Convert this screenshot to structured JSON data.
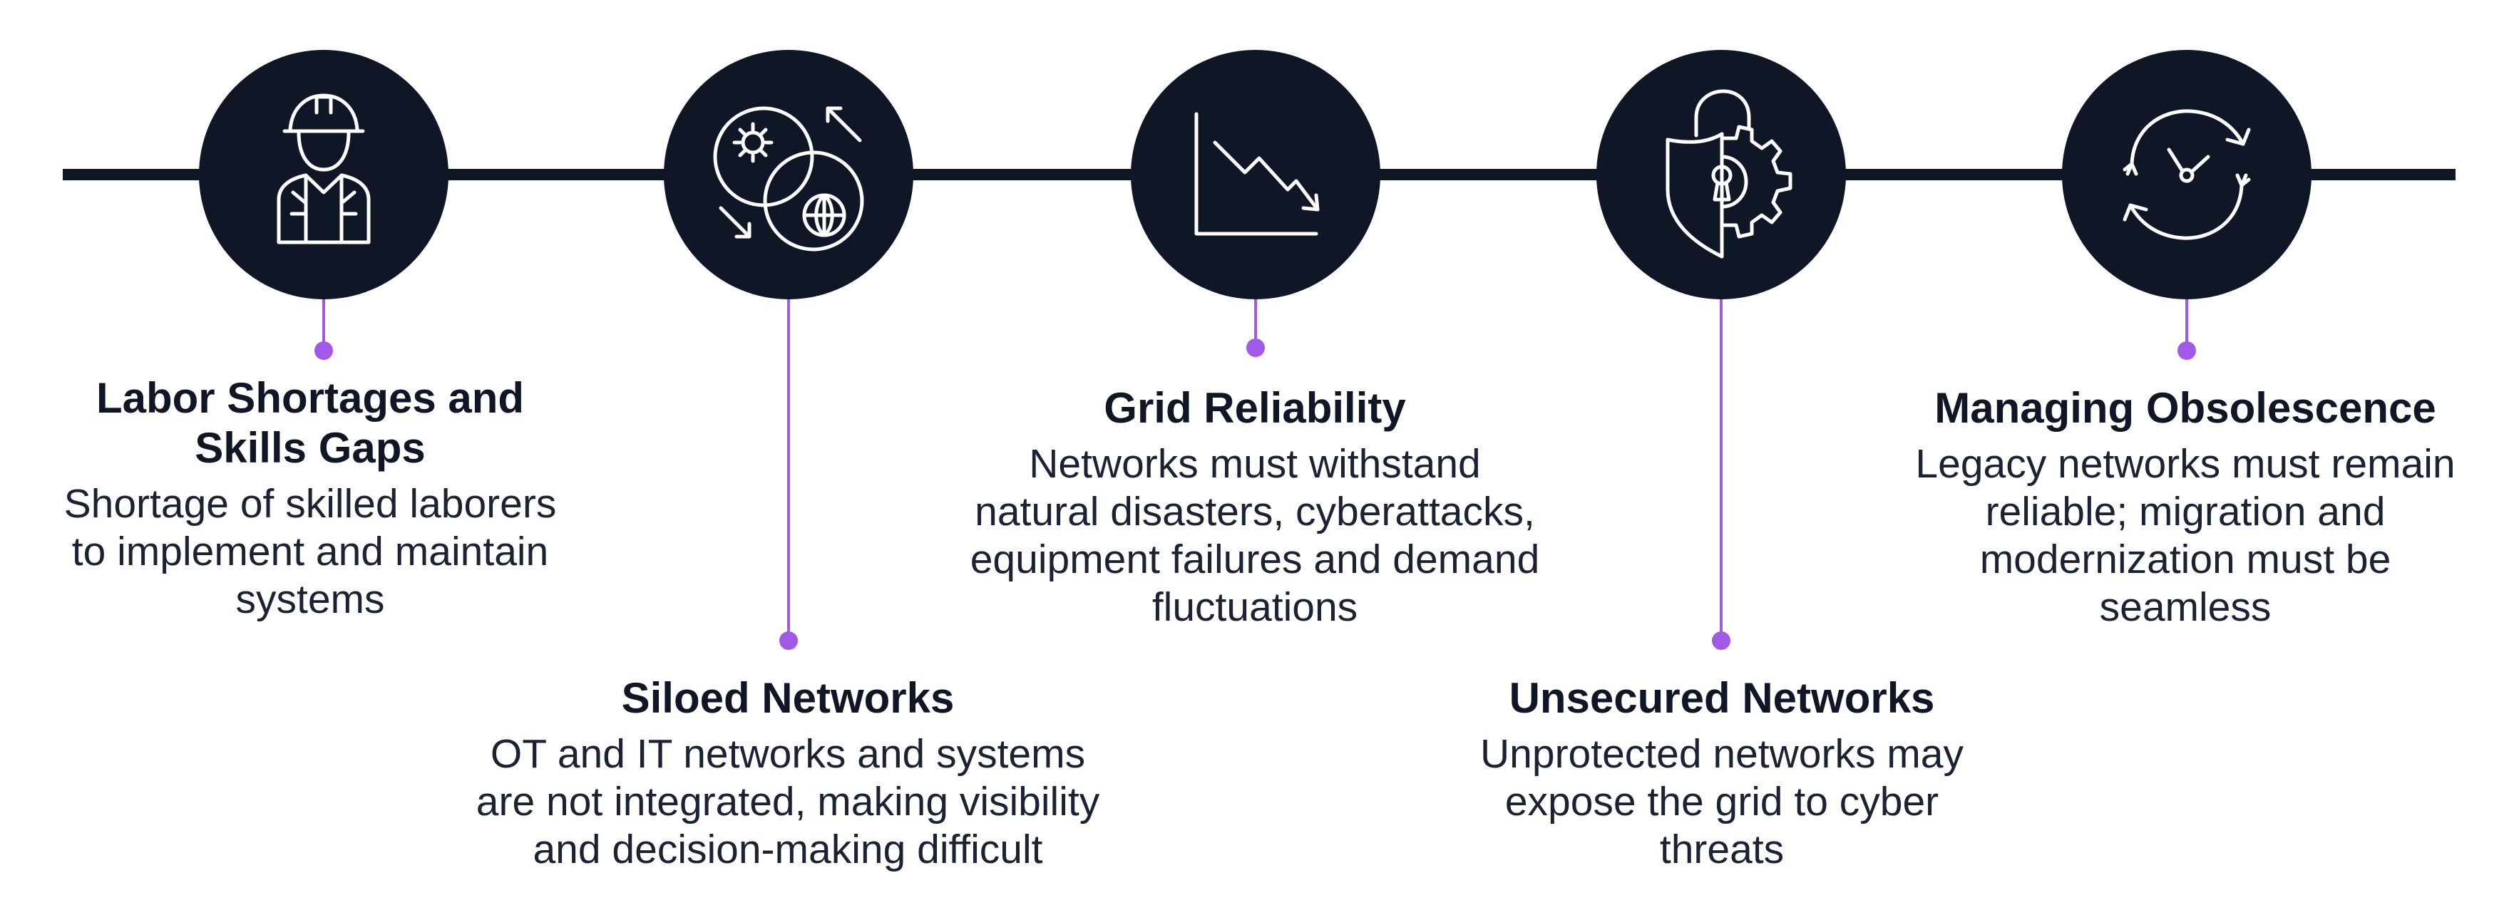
{
  "colors": {
    "navy": "#0f1626",
    "accent": "#a259e6",
    "icon_stroke": "#ffffff"
  },
  "items": [
    {
      "icon": "worker-icon",
      "title": "Labor Shortages and\nSkills Gaps",
      "description": "Shortage of skilled laborers\nto implement and maintain\nsystems"
    },
    {
      "icon": "siloed-networks-icon",
      "title": "Siloed Networks",
      "description": "OT and IT networks and systems\nare not integrated, making visibility\nand decision-making difficult"
    },
    {
      "icon": "declining-chart-icon",
      "title": "Grid Reliability",
      "description": "Networks must withstand\nnatural disasters, cyberattacks,\nequipment failures and demand\nfluctuations"
    },
    {
      "icon": "lock-shield-gear-icon",
      "title": "Unsecured Networks",
      "description": "Unprotected networks may\nexpose the grid to cyber\nthreats"
    },
    {
      "icon": "clock-cycle-icon",
      "title": "Managing Obsolescence",
      "description": "Legacy networks must remain\nreliable; migration and\nmodernization must be\nseamless"
    }
  ]
}
